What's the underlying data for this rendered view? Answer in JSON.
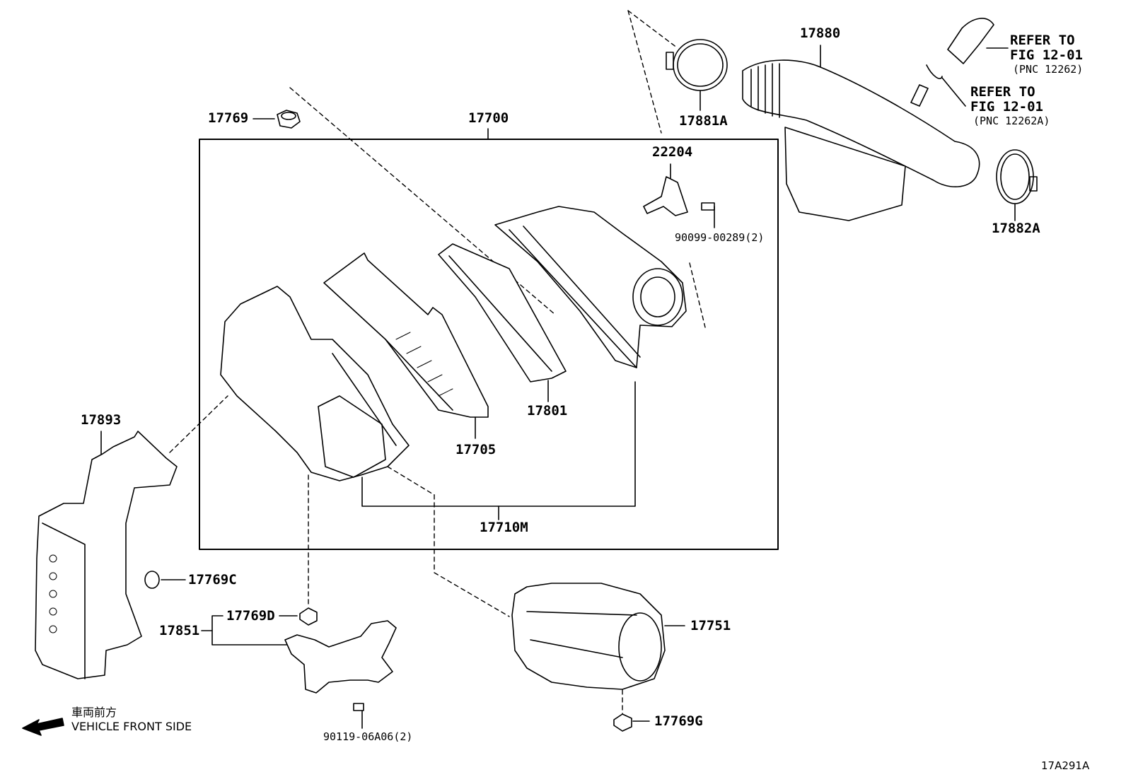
{
  "labels": {
    "p17769": "17769",
    "p17700": "17700",
    "p17881A": "17881A",
    "p17880": "17880",
    "p17882A": "17882A",
    "p22204": "22204",
    "p90099": "90099-00289(2)",
    "p17801": "17801",
    "p17705": "17705",
    "p17710M": "17710M",
    "p17893": "17893",
    "p17769C": "17769C",
    "p17769D": "17769D",
    "p17851": "17851",
    "p90119": "90119-06A06(2)",
    "p17751": "17751",
    "p17769G": "17769G"
  },
  "references": [
    {
      "line1": "REFER TO",
      "line2": "FIG 12-01",
      "line3": "(PNC 12262)"
    },
    {
      "line1": "REFER TO",
      "line2": "FIG 12-01",
      "line3": "(PNC 12262A)"
    }
  ],
  "direction": {
    "japanese": "車両前方",
    "english": "VEHICLE FRONT SIDE"
  },
  "diagram_code": "17A291A"
}
